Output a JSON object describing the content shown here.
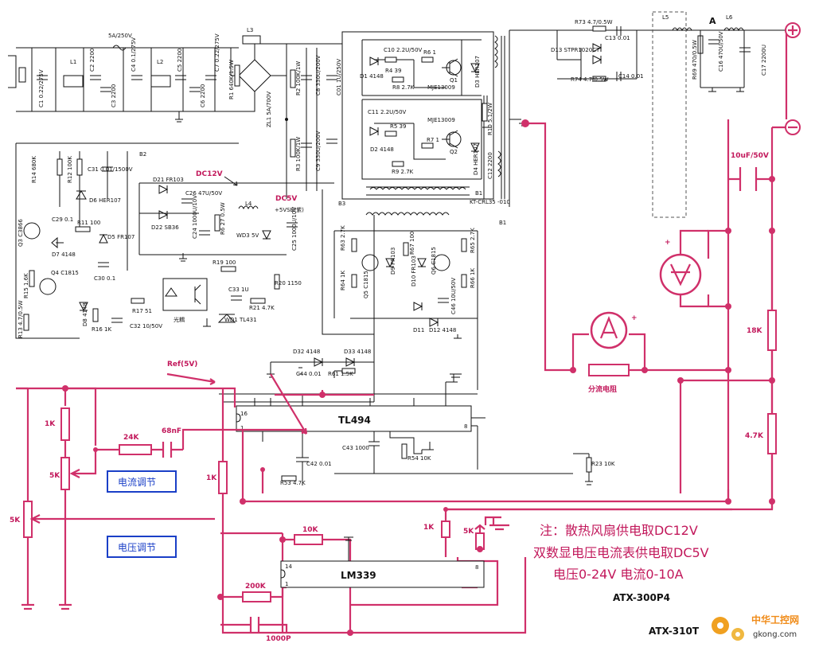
{
  "colors": {
    "wire": "#111111",
    "mod_wire": "#d0306a",
    "label_blue": "#1a3fc7",
    "background": "#ffffff"
  },
  "chips": {
    "tl494": "TL494",
    "lm339": "LM339"
  },
  "models": {
    "model_a": "ATX-300P4",
    "model_b": "ATX-310T"
  },
  "notes": {
    "line1": "注：散热风扇供电取DC12V",
    "line2": "双数显电压电流表供电取DC5V",
    "line3": "电压0-24V  电流0-10A"
  },
  "annotations": {
    "dc12v": "DC12V",
    "dc5v": "DC5V",
    "ref5v": "Ref(5V)",
    "vsb": "+5VSB(紫)",
    "current_adjust": "电流调节",
    "voltage_adjust": "电压调节",
    "shunt": "分流电阻",
    "optocoupler": "光耦",
    "cap_out": "10uF/50V",
    "node_a": "A"
  },
  "mod_components": {
    "r_1k_a": "1K",
    "r_5k_a": "5K",
    "r_5k_b": "5K",
    "r_24k": "24K",
    "c_68nf": "68nF",
    "r_1k_b": "1K",
    "r_10k": "10K",
    "r_200k": "200K",
    "c_1000p": "1000P",
    "r_1k_c": "1K",
    "r_5k_c": "5K",
    "r_18k": "18K",
    "r_47k": "4.7K"
  },
  "input_labels": {
    "fuse": "5A/250V",
    "c1": "C1 0.22/275V",
    "c2": "C2 2200",
    "c3": "C3 2200",
    "c4": "C4 0.1/275V",
    "c5": "C5 2200",
    "c6": "C6 2200",
    "c7": "C7 0.22/275V",
    "r1": "R1 640K/1.5W",
    "l1": "L1",
    "l2": "L2",
    "l3": "L3",
    "bridge": "ZL1 5A/700V",
    "r2": "R2 100K/1W",
    "r3": "R3 100K/1W",
    "c8": "C8 330U/200V",
    "c9": "C9 330U/200V",
    "c01": "C01 1U/250V"
  },
  "half_bridge_labels": {
    "c10": "C10 2.2U/50V",
    "d1": "D1 4148",
    "r4": "R4 39",
    "r6": "R6 1",
    "r8": "R8 2.7K",
    "q1": "MJE13009",
    "q1n": "Q1",
    "d3": "D3 HER107",
    "c11": "C11 2.2U/50V",
    "r5": "R5 39",
    "q2": "MJE13009",
    "q2n": "Q2",
    "d2": "D2 4148",
    "r7": "R7 1",
    "r9": "R9 2.7K",
    "d4": "D4 HER107",
    "r10": "R10 5.1/2W",
    "c12": "C12 2200",
    "b1": "B1",
    "b1t": "KT-CRL35\n-010",
    "b2": "B2",
    "b3": "B3"
  },
  "output_labels": {
    "r73": "R73 4.7/0.5W",
    "c13": "C13 0.01",
    "d13": "D13 STPR1020CT",
    "r74": "R74 4.7/0.5W",
    "c14": "C14 0.01",
    "l5": "L5",
    "l6": "L6",
    "r69": "R69 470/0.5W",
    "c16": "C16 470U/50V",
    "c17": "C17 2200U"
  },
  "standby_labels": {
    "r14": "R14 680K",
    "r12": "R12 100K",
    "c31": "C31 0.01/1500V",
    "d6": "D6 HER107",
    "q3": "Q3 C3866",
    "c29": "C29 0.1",
    "r11": "R11 100",
    "d7": "D7 4148",
    "d5": "D5 FR107",
    "c30": "C30 0.1",
    "q4": "Q4 C1815",
    "r15": "R15 1.6K",
    "r13": "R13 4.7/0.5W",
    "d8": "D8 4148",
    "r16": "R16 1K",
    "r17": "R17 51",
    "c32": "C32 10/50V",
    "d21": "D21 FR103",
    "d22": "D22 SB36",
    "c26": "C26 47U/50V",
    "c24": "C24 1000U/10V",
    "r6b": "R6 27\n0.5W",
    "l4": "L4",
    "wd3": "WD3 5V",
    "c25": "C25 1000U/10V",
    "r19": "R19 100",
    "r20": "R20 1150",
    "c33": "C33 1U",
    "r21": "R21 4.7K",
    "wd1": "WD1 TL431"
  },
  "driver_labels": {
    "r63": "R63 2.7K",
    "r64": "R64 1K",
    "q5": "Q5 C1815",
    "d9": "D9 FR103",
    "r67": "R67 100",
    "d10": "D10 FR103",
    "q6": "Q6 C1815",
    "c46": "C46 10U/50V",
    "r65": "R65 2.7K",
    "r66": "R66 1K",
    "d11": "D11",
    "d12": "D12 4148",
    "d32": "D32 4148",
    "d33": "D33 4148",
    "c44": "C44 0.01",
    "r61": "R61 1.5K",
    "c43": "C43 1000",
    "r54": "R54 10K",
    "c42": "C42 0.01",
    "r53": "R53 4.7K",
    "r23": "R23 10K",
    "pin16": "16",
    "pin1": "1",
    "pin8": "8",
    "pin14": "14",
    "pin1b": "1",
    "pin8b": "8"
  },
  "watermark": {
    "site_cn": "中华工控网",
    "site_url": "gkong.com"
  }
}
